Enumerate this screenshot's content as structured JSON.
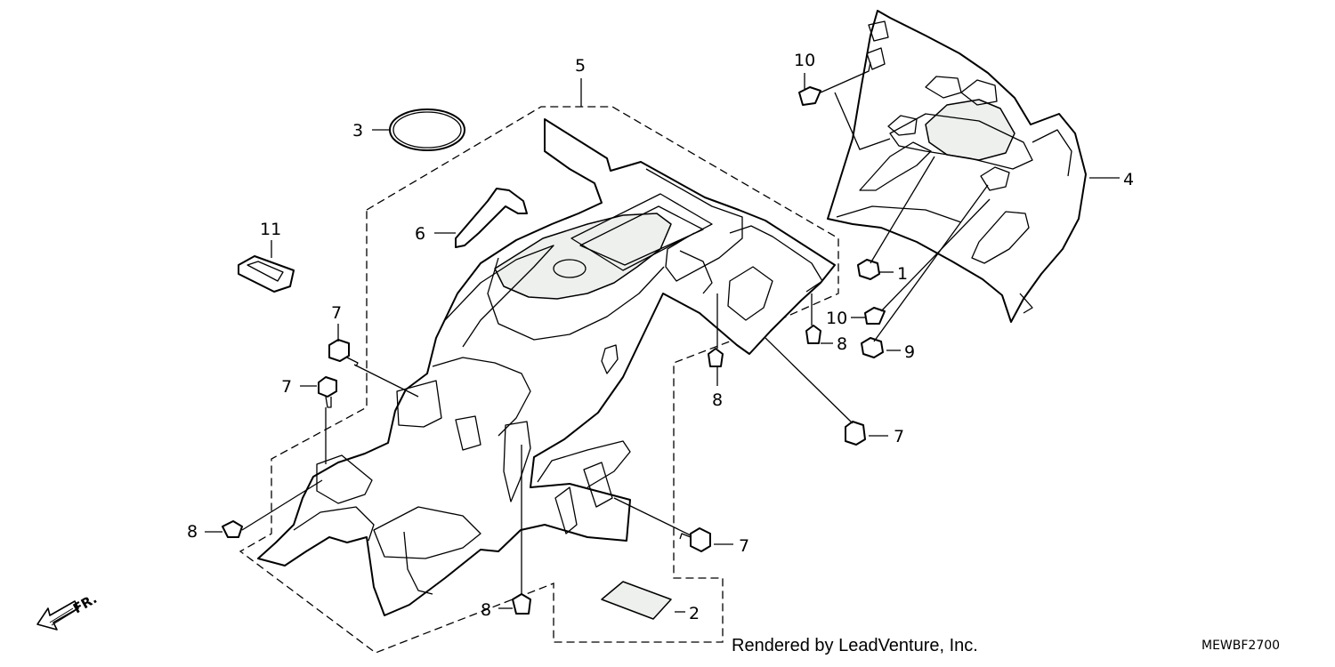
{
  "callouts": {
    "c1": "1",
    "c2": "2",
    "c3": "3",
    "c4": "4",
    "c5": "5",
    "c6": "6",
    "c7a": "7",
    "c7b": "7",
    "c7c": "7",
    "c7d": "7",
    "c8a": "8",
    "c8b": "8",
    "c8c": "8",
    "c8d": "8",
    "c9": "9",
    "c10a": "10",
    "c10b": "10",
    "c11": "11"
  },
  "direction_label": "FR.",
  "credit": "Rendered by LeadVenture, Inc.",
  "diagram_code": "MEWBF2700"
}
